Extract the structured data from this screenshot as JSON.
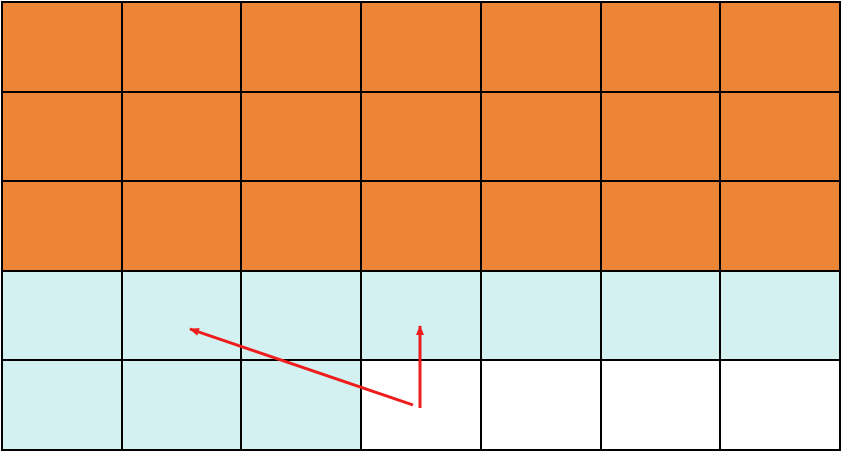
{
  "grid": {
    "columns": 7,
    "rows": 5,
    "cells": [
      [
        "orange",
        "orange",
        "orange",
        "orange",
        "orange",
        "orange",
        "orange"
      ],
      [
        "orange",
        "orange",
        "orange",
        "orange",
        "orange",
        "orange",
        "orange"
      ],
      [
        "orange",
        "orange",
        "orange",
        "orange",
        "orange",
        "orange",
        "orange"
      ],
      [
        "cyan",
        "cyan",
        "cyan",
        "cyan",
        "cyan",
        "cyan",
        "cyan"
      ],
      [
        "cyan",
        "cyan",
        "cyan",
        "white",
        "white",
        "white",
        "white"
      ]
    ]
  },
  "colors": {
    "orange": "#ed8536",
    "cyan": "#d3f1f1",
    "white": "#ffffff",
    "border": "#000000",
    "arrow": "#ee1c1c"
  },
  "arrows": [
    {
      "name": "arrow-to-row4-col2",
      "from": "white-cells-start",
      "to": "row-4-col-2"
    },
    {
      "name": "arrow-to-row4-col4",
      "from": "white-cells-start",
      "to": "row-4-col-4"
    }
  ]
}
